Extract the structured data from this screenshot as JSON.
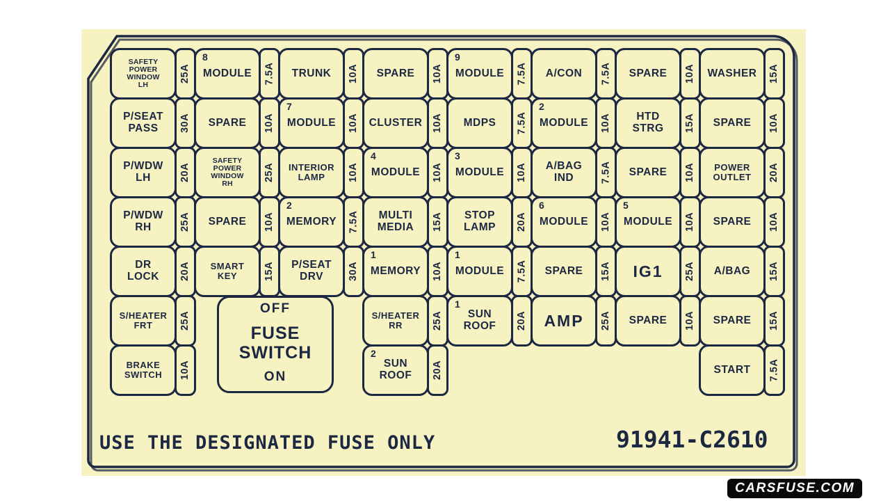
{
  "colors": {
    "panel_bg": "#f6f2c2",
    "ink": "#1c2742",
    "page_bg": "#ffffff",
    "watermark_bg": "#0a0a0a",
    "watermark_text": "#ffffff"
  },
  "fuse_switch": {
    "off": "OFF",
    "title_line1": "FUSE",
    "title_line2": "SWITCH",
    "on": "ON"
  },
  "footer": {
    "note": "USE THE DESIGNATED FUSE ONLY",
    "part_number": "91941-C2610"
  },
  "watermark": {
    "text": "CARSFUSE.COM"
  },
  "fuse_panel": {
    "rows": 7,
    "cols": 8,
    "cells": [
      {
        "r": 1,
        "c": 1,
        "lines": [
          "SAFETY",
          "POWER",
          "WINDOW",
          "LH"
        ],
        "amp": "25A",
        "size": "xs"
      },
      {
        "r": 1,
        "c": 2,
        "num": "8",
        "lines": [
          "MODULE"
        ],
        "amp": "7.5A"
      },
      {
        "r": 1,
        "c": 3,
        "lines": [
          "TRUNK"
        ],
        "amp": "10A"
      },
      {
        "r": 1,
        "c": 4,
        "lines": [
          "SPARE"
        ],
        "amp": "10A"
      },
      {
        "r": 1,
        "c": 5,
        "num": "9",
        "lines": [
          "MODULE"
        ],
        "amp": "7.5A"
      },
      {
        "r": 1,
        "c": 6,
        "lines": [
          "A/CON"
        ],
        "amp": "7.5A"
      },
      {
        "r": 1,
        "c": 7,
        "lines": [
          "SPARE"
        ],
        "amp": "10A"
      },
      {
        "r": 1,
        "c": 8,
        "lines": [
          "WASHER"
        ],
        "amp": "15A"
      },
      {
        "r": 2,
        "c": 1,
        "lines": [
          "P/SEAT",
          "PASS"
        ],
        "amp": "30A"
      },
      {
        "r": 2,
        "c": 2,
        "lines": [
          "SPARE"
        ],
        "amp": "10A"
      },
      {
        "r": 2,
        "c": 3,
        "num": "7",
        "lines": [
          "MODULE"
        ],
        "amp": "10A"
      },
      {
        "r": 2,
        "c": 4,
        "lines": [
          "CLUSTER"
        ],
        "amp": "10A"
      },
      {
        "r": 2,
        "c": 5,
        "lines": [
          "MDPS"
        ],
        "amp": "7.5A"
      },
      {
        "r": 2,
        "c": 6,
        "num": "2",
        "lines": [
          "MODULE"
        ],
        "amp": "10A"
      },
      {
        "r": 2,
        "c": 7,
        "lines": [
          "HTD",
          "STRG"
        ],
        "amp": "15A"
      },
      {
        "r": 2,
        "c": 8,
        "lines": [
          "SPARE"
        ],
        "amp": "10A"
      },
      {
        "r": 3,
        "c": 1,
        "lines": [
          "P/WDW",
          "LH"
        ],
        "amp": "20A"
      },
      {
        "r": 3,
        "c": 2,
        "lines": [
          "SAFETY",
          "POWER",
          "WINDOW",
          "RH"
        ],
        "amp": "25A",
        "size": "xs"
      },
      {
        "r": 3,
        "c": 3,
        "lines": [
          "INTERIOR",
          "LAMP"
        ],
        "amp": "10A",
        "size": "sm"
      },
      {
        "r": 3,
        "c": 4,
        "num": "4",
        "lines": [
          "MODULE"
        ],
        "amp": "10A"
      },
      {
        "r": 3,
        "c": 5,
        "num": "3",
        "lines": [
          "MODULE"
        ],
        "amp": "10A"
      },
      {
        "r": 3,
        "c": 6,
        "lines": [
          "A/BAG",
          "IND"
        ],
        "amp": "7.5A"
      },
      {
        "r": 3,
        "c": 7,
        "lines": [
          "SPARE"
        ],
        "amp": "10A"
      },
      {
        "r": 3,
        "c": 8,
        "lines": [
          "POWER",
          "OUTLET"
        ],
        "amp": "20A",
        "size": "sm"
      },
      {
        "r": 4,
        "c": 1,
        "lines": [
          "P/WDW",
          "RH"
        ],
        "amp": "25A"
      },
      {
        "r": 4,
        "c": 2,
        "lines": [
          "SPARE"
        ],
        "amp": "10A"
      },
      {
        "r": 4,
        "c": 3,
        "num": "2",
        "lines": [
          "MEMORY"
        ],
        "amp": "7.5A"
      },
      {
        "r": 4,
        "c": 4,
        "lines": [
          "MULTI",
          "MEDIA"
        ],
        "amp": "15A"
      },
      {
        "r": 4,
        "c": 5,
        "lines": [
          "STOP",
          "LAMP"
        ],
        "amp": "20A"
      },
      {
        "r": 4,
        "c": 6,
        "num": "6",
        "lines": [
          "MODULE"
        ],
        "amp": "10A"
      },
      {
        "r": 4,
        "c": 7,
        "num": "5",
        "lines": [
          "MODULE"
        ],
        "amp": "10A"
      },
      {
        "r": 4,
        "c": 8,
        "lines": [
          "SPARE"
        ],
        "amp": "10A"
      },
      {
        "r": 5,
        "c": 1,
        "lines": [
          "DR",
          "LOCK"
        ],
        "amp": "20A"
      },
      {
        "r": 5,
        "c": 2,
        "lines": [
          "SMART",
          "KEY"
        ],
        "amp": "15A",
        "size": "sm"
      },
      {
        "r": 5,
        "c": 3,
        "lines": [
          "P/SEAT",
          "DRV"
        ],
        "amp": "30A"
      },
      {
        "r": 5,
        "c": 4,
        "num": "1",
        "lines": [
          "MEMORY"
        ],
        "amp": "10A"
      },
      {
        "r": 5,
        "c": 5,
        "num": "1",
        "lines": [
          "MODULE"
        ],
        "amp": "7.5A"
      },
      {
        "r": 5,
        "c": 6,
        "lines": [
          "SPARE"
        ],
        "amp": "15A"
      },
      {
        "r": 5,
        "c": 7,
        "lines": [
          "IG1"
        ],
        "amp": "25A",
        "size": "lg"
      },
      {
        "r": 5,
        "c": 8,
        "lines": [
          "A/BAG"
        ],
        "amp": "15A"
      },
      {
        "r": 6,
        "c": 1,
        "lines": [
          "S/HEATER",
          "FRT"
        ],
        "amp": "25A",
        "size": "sm"
      },
      {
        "r": 6,
        "c": 4,
        "lines": [
          "S/HEATER",
          "RR"
        ],
        "amp": "25A",
        "size": "sm"
      },
      {
        "r": 6,
        "c": 5,
        "num": "1",
        "lines": [
          "SUN",
          "ROOF"
        ],
        "amp": "20A"
      },
      {
        "r": 6,
        "c": 6,
        "lines": [
          "AMP"
        ],
        "amp": "25A",
        "size": "lg"
      },
      {
        "r": 6,
        "c": 7,
        "lines": [
          "SPARE"
        ],
        "amp": "10A"
      },
      {
        "r": 6,
        "c": 8,
        "lines": [
          "SPARE"
        ],
        "amp": "15A"
      },
      {
        "r": 7,
        "c": 1,
        "lines": [
          "BRAKE",
          "SWITCH"
        ],
        "amp": "10A",
        "size": "sm"
      },
      {
        "r": 7,
        "c": 4,
        "num": "2",
        "lines": [
          "SUN",
          "ROOF"
        ],
        "amp": "20A"
      },
      {
        "r": 7,
        "c": 8,
        "lines": [
          "START"
        ],
        "amp": "7.5A"
      }
    ]
  }
}
